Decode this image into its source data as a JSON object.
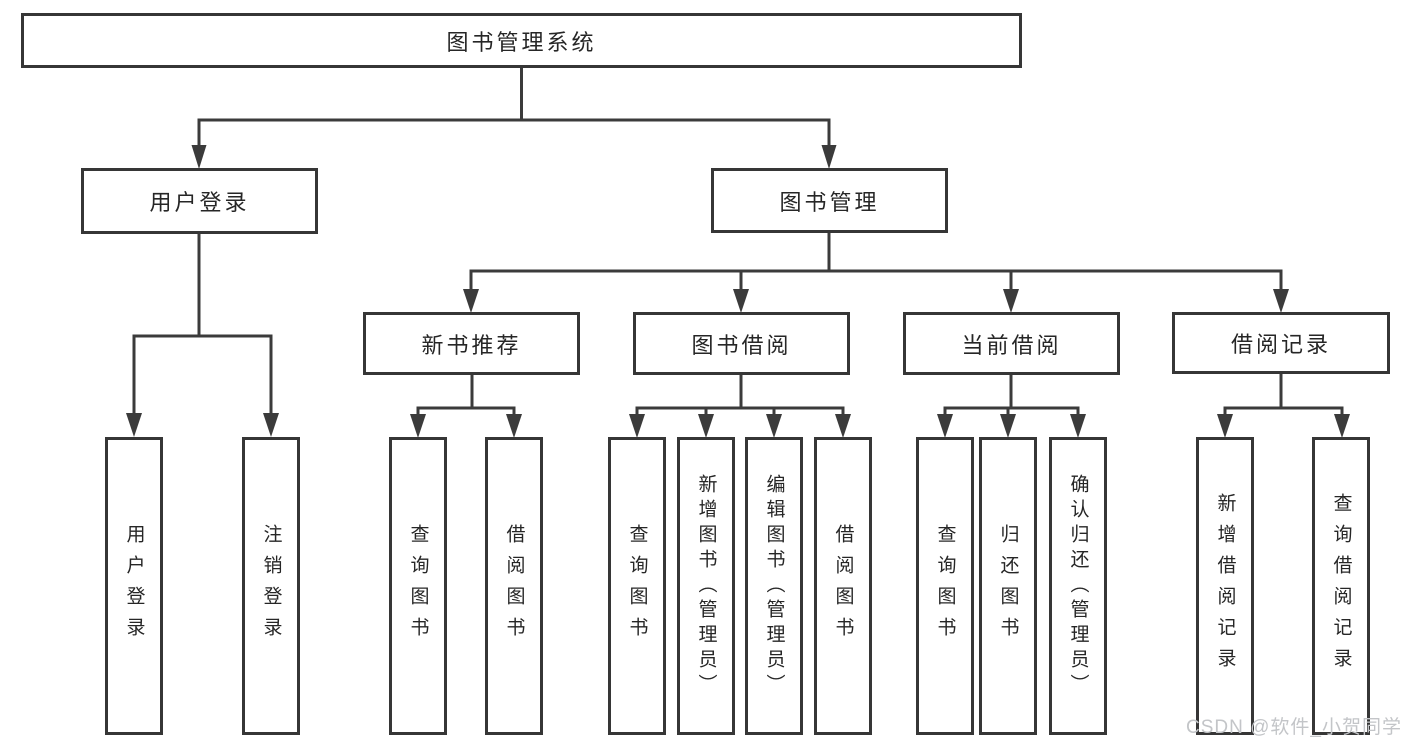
{
  "tree": {
    "root": {
      "label": "图书管理系统",
      "children": [
        {
          "label": "用户登录",
          "children": [
            {
              "label": "用户登录"
            },
            {
              "label": "注销登录"
            }
          ]
        },
        {
          "label": "图书管理",
          "children": [
            {
              "label": "新书推荐",
              "children": [
                {
                  "label": "查询图书"
                },
                {
                  "label": "借阅图书"
                }
              ]
            },
            {
              "label": "图书借阅",
              "children": [
                {
                  "label": "查询图书"
                },
                {
                  "label": "新增图书（管理员）"
                },
                {
                  "label": "编辑图书（管理员）"
                },
                {
                  "label": "借阅图书"
                }
              ]
            },
            {
              "label": "当前借阅",
              "children": [
                {
                  "label": "查询图书"
                },
                {
                  "label": "归还图书"
                },
                {
                  "label": "确认归还（管理员）"
                }
              ]
            },
            {
              "label": "借阅记录",
              "children": [
                {
                  "label": "新增借阅记录"
                },
                {
                  "label": "查询借阅记录"
                }
              ]
            }
          ]
        }
      ]
    }
  },
  "watermark": {
    "text": "CSDN @软件_小贺同学"
  },
  "colors": {
    "line": "#3b3b3b",
    "box_border": "#363636",
    "text": "#262626",
    "watermark_text": "#c3c5c8",
    "background": "#ffffff"
  }
}
